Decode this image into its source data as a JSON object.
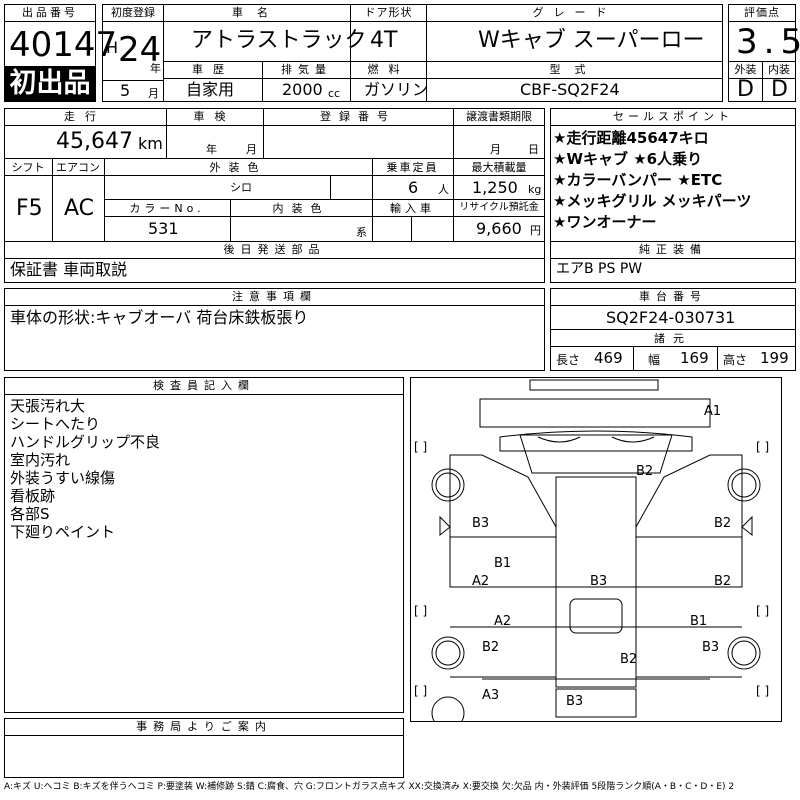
{
  "listing": {
    "lot_number_label": "出品番号",
    "lot_number": "40147",
    "first_listing_badge": "初出品",
    "first_reg_label": "初度登録",
    "era": "H",
    "year": "24",
    "year_unit": "年",
    "month": "5",
    "month_unit": "月",
    "car_name_label": "車名",
    "car_name": "アトラストラック",
    "door_label": "ドア形状",
    "door": "4T",
    "grade_label": "グレード",
    "grade": "Wキャブ スーパーロー",
    "score_label": "評価点",
    "score": "3.5",
    "history_label": "車歴",
    "history": "自家用",
    "displacement_label": "排気量",
    "displacement": "2000",
    "displacement_unit": "cc",
    "fuel_label": "燃料",
    "fuel": "ガソリン",
    "model_label": "型式",
    "model": "CBF-SQ2F24",
    "exterior_label": "外装",
    "exterior": "D",
    "interior_label": "内装",
    "interior": "D"
  },
  "specs": {
    "mileage_label": "走行",
    "mileage": "45,647",
    "mileage_unit": "km",
    "inspection_label": "車検",
    "inspection_year_unit": "年",
    "inspection_month_unit": "月",
    "plate_label": "登録番号",
    "transfer_label": "譲渡書類期限",
    "transfer_month_unit": "月",
    "transfer_day_unit": "日",
    "shift_label": "シフト",
    "shift": "F5",
    "ac_label": "エアコン",
    "ac": "AC",
    "color_label": "外装色",
    "color": "シロ",
    "capacity_label": "乗車定員",
    "capacity": "6",
    "capacity_unit": "人",
    "load_label": "最大積載量",
    "load": "1,250",
    "load_unit": "kg",
    "color_no_label": "カラーNo.",
    "color_no": "531",
    "interior_color_label": "内装色",
    "interior_color_suffix": "系",
    "import_label": "輸入車",
    "recycle_label": "リサイクル預託金",
    "recycle": "9,660",
    "recycle_unit": "円"
  },
  "sales_points": {
    "label": "セールスポイント",
    "lines": [
      "★走行距離45647キロ",
      "★Wキャブ ★6人乗り",
      "★カラーバンパー ★ETC",
      "★メッキグリル メッキパーツ",
      "★ワンオーナー"
    ]
  },
  "later_parts": {
    "label": "後日発送部品",
    "value": "保証書 車両取説"
  },
  "equipment": {
    "label": "純正装備",
    "value": "エアB PS PW"
  },
  "notes": {
    "label": "注意事項欄",
    "value": "車体の形状:キャブオーバ 荷台床鉄板張り"
  },
  "chassis": {
    "label": "車台番号",
    "value": "SQ2F24-030731"
  },
  "dims": {
    "label": "諸元",
    "length_label": "長さ",
    "length": "469",
    "width_label": "幅",
    "width": "169",
    "height_label": "高さ",
    "height": "199"
  },
  "inspector": {
    "label": "検査員記入欄",
    "lines": [
      "天張汚れ大",
      "シートへたり",
      "ハンドルグリップ不良",
      "室内汚れ",
      "外装うすい線傷",
      "看板跡",
      "各部S",
      "下廻りペイント"
    ]
  },
  "office": {
    "label": "事務局よりご案内"
  },
  "diagram": {
    "marks": [
      "A1",
      "B2",
      "B3",
      "B2",
      "B1",
      "A2",
      "B3",
      "B2",
      "A2",
      "B1",
      "B2",
      "B2",
      "B3",
      "A3",
      "B3"
    ],
    "bracket": "[ ]"
  },
  "legend": "A:キズ U:ヘコミ B:キズを伴うヘコミ P:要塗装 W:補修跡 S:錆 C:腐食、穴 G:フロントガラス点キズ XX:交換済み X:要交換 欠:欠品 内・外装評価 5段階ランク順(A・B・C・D・E) 2"
}
